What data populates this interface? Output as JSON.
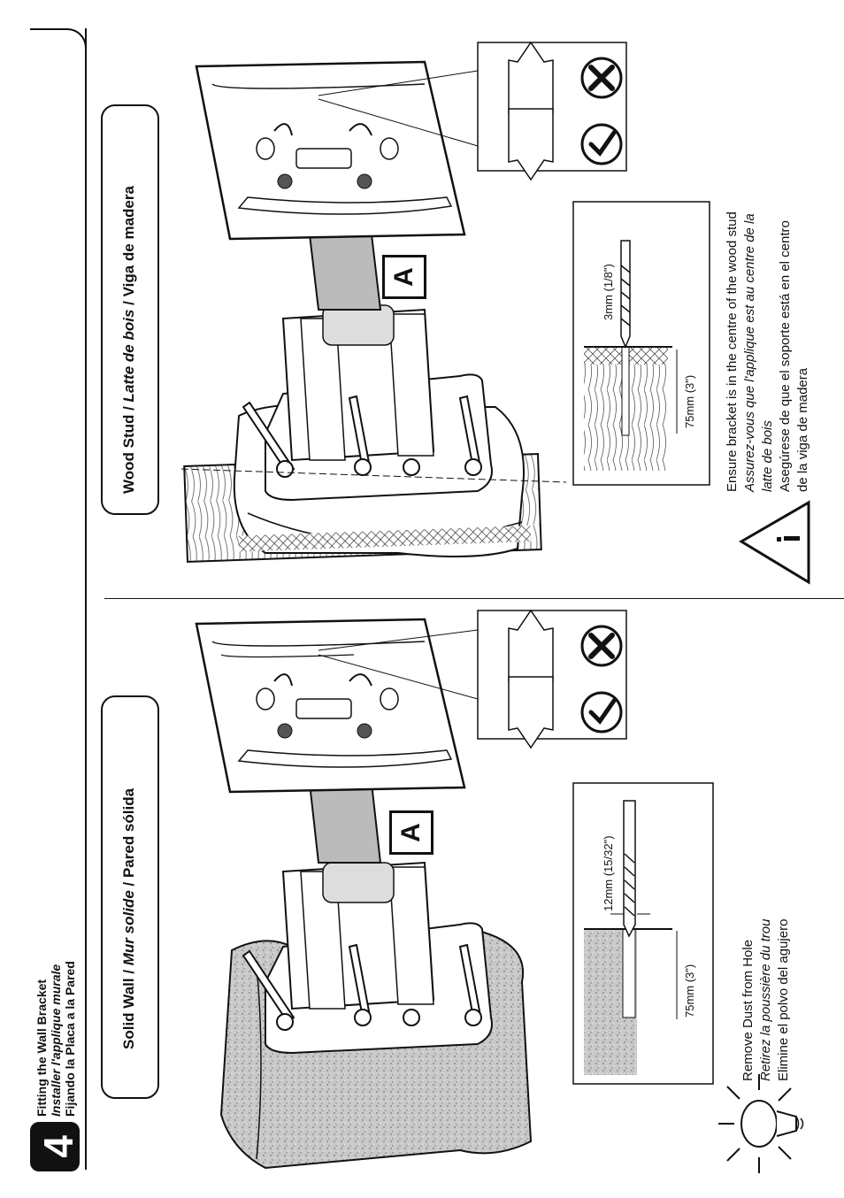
{
  "step": {
    "number": "4"
  },
  "header": {
    "line_en": "Fitting the Wall Bracket",
    "line_fr": "Installer l'applique murale",
    "line_es": "Fijando la Placa a la Pared"
  },
  "solid_wall": {
    "title_en": "Solid Wall / ",
    "title_fr": "Mur solide",
    "title_es": " / Pared sólida",
    "label": "A",
    "drill_size": "12mm (15/32\")",
    "depth": "75mm (3\")",
    "tip_en": "Remove Dust from Hole",
    "tip_fr": "Retirez la poussière du trou",
    "tip_es": "Elimine el polvo del agujero"
  },
  "wood_stud": {
    "title_en": "Wood Stud / ",
    "title_fr": "Latte de bois",
    "title_es": " / Viga de madera",
    "label": "A",
    "drill_size": "3mm (1/8\")",
    "depth": "75mm (3\")",
    "warn_en": "Ensure bracket is in the centre of the wood stud",
    "warn_fr_1": "Assurez-vous que l'applique est au centre de la",
    "warn_fr_2": "latte de bois",
    "warn_es_1": "Asegúrese de que el soporte está en el centro",
    "warn_es_2": "de la viga de madera"
  },
  "icons": [
    "lightbulb-icon",
    "warning-triangle-icon",
    "correct-tick-icon",
    "wrong-cross-icon",
    "drill-bit-icon"
  ]
}
